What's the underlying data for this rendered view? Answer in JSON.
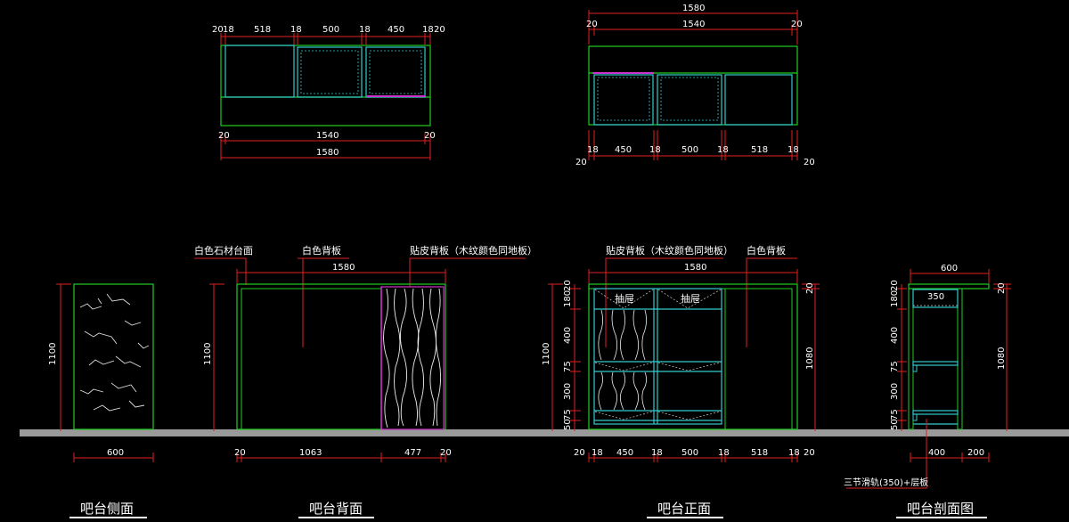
{
  "plan_top": {
    "top_dims": [
      "20",
      "18",
      "518",
      "18",
      "500",
      "18",
      "450",
      "18",
      "20"
    ],
    "bottom_dims": [
      "20",
      "1540",
      "20"
    ],
    "overall": "1580"
  },
  "plan_right": {
    "overall": "1580",
    "top_dims": [
      "20",
      "1540",
      "20"
    ],
    "bottom_dims": [
      "18",
      "450",
      "18",
      "500",
      "18",
      "518",
      "18"
    ],
    "corners": [
      "20",
      "20"
    ]
  },
  "side": {
    "height": "1100",
    "width": "600",
    "title": "吧台侧面"
  },
  "back": {
    "label_top": "白色石材台面",
    "label_back": "白色背板",
    "label_veneer": "贴皮背板（木纹颜色同地板）",
    "overall": "1580",
    "height": "1100",
    "bottom_dims": [
      "20",
      "1063",
      "477",
      "20"
    ],
    "title": "吧台背面"
  },
  "front": {
    "label_veneer": "贴皮背板（木纹颜色同地板）",
    "label_back": "白色背板",
    "overall": "1580",
    "height": "1100",
    "right_height": "1080",
    "right_top": "20",
    "drawer1": "抽屉",
    "drawer2": "抽屉",
    "left_stack": [
      "20",
      "180",
      "400",
      "75",
      "300",
      "75",
      "50"
    ],
    "bottom_dims": [
      "20",
      "18",
      "450",
      "18",
      "500",
      "18",
      "518",
      "18",
      "20"
    ],
    "title": "吧台正面"
  },
  "section": {
    "overall": "600",
    "drawer_w": "350",
    "right_top": "20",
    "right_height": "1080",
    "left_stack": [
      "20",
      "180",
      "400",
      "75",
      "300",
      "75",
      "50"
    ],
    "bottom_dims": [
      "400",
      "200"
    ],
    "note": "三节滑轨(350)+层板",
    "title": "吧台剖面图"
  },
  "colors": {
    "outline": "#22cc22",
    "cyan": "#33cccc",
    "magenta": "#cc33cc",
    "dim_line": "#e02020",
    "ground": "#9a9a9a"
  }
}
